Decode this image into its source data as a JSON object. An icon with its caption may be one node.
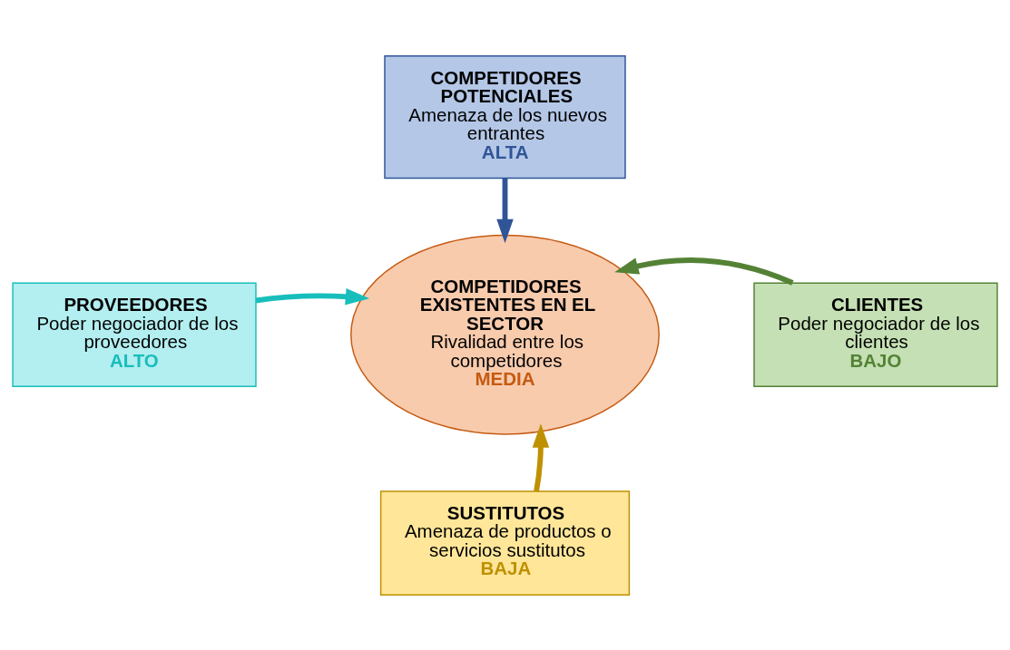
{
  "diagram": {
    "nodes": [
      {
        "text": [
          "COMPETIDORES POTENCIALES",
          "Amenaza de los nuevos entrantes",
          "ALTA"
        ]
      },
      {
        "text": [
          "PROVEEDORES",
          "Poder negociador de los proveedores",
          "ALTO"
        ]
      },
      {
        "text": [
          "COMPETIDORES EXISTENTES EN EL SECTOR",
          "Rivalidad entre los competidores",
          "MEDIA"
        ]
      },
      {
        "text": [
          "CLIENTES",
          "Poder negociador de los clientes",
          "BAJO"
        ]
      },
      {
        "text": [
          "SUSTITUTOS",
          "Amenaza de productos o servicios sustitutos",
          "BAJA"
        ]
      }
    ],
    "edges": [
      {
        "from": 0,
        "to": 2,
        "arrow": "to",
        "color": "#2f5597"
      },
      {
        "from": 1,
        "to": 2,
        "arrow": "to",
        "color": "#17bebb"
      },
      {
        "from": 3,
        "to": 2,
        "arrow": "to",
        "color": "#548235"
      },
      {
        "from": 4,
        "to": 2,
        "arrow": "to",
        "color": "#bf9000"
      }
    ]
  }
}
